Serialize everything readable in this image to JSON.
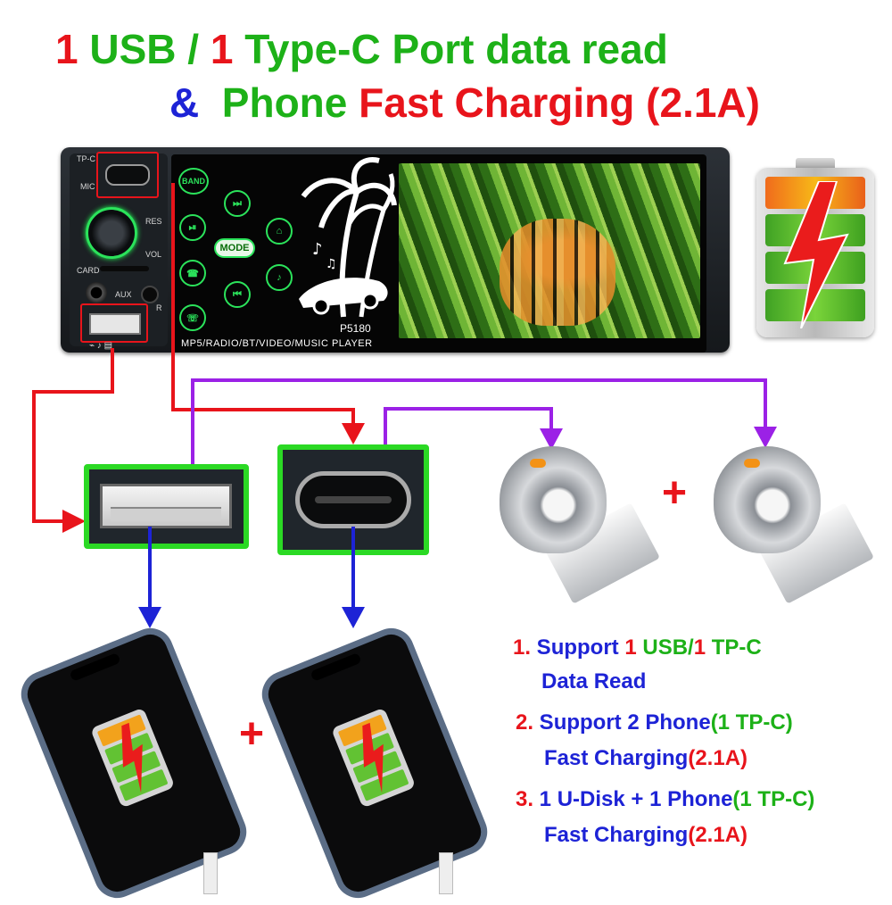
{
  "title": {
    "line1": [
      {
        "text": "1",
        "color": "#e8141b"
      },
      {
        "text": " USB / ",
        "color": "#1db118"
      },
      {
        "text": "1",
        "color": "#e8141b"
      },
      {
        "text": " Type-C Port data read",
        "color": "#1db118"
      }
    ],
    "line2": [
      {
        "text": "&",
        "color": "#1d23d6"
      },
      {
        "text": "  Phone ",
        "color": "#1db118"
      },
      {
        "text": "Fast Charging (2.1A)",
        "color": "#e8141b"
      }
    ]
  },
  "head_unit": {
    "panel_labels": {
      "tp": "TP-C",
      "mic": "MIC",
      "res": "RES",
      "vol": "VOL",
      "card": "CARD",
      "aux": "AUX",
      "r": "R"
    },
    "buttons": {
      "band": "BAND",
      "mode": "MODE"
    },
    "model": "P5180",
    "tagline": "MP5/RADIO/BT/VIDEO/MUSIC PLAYER"
  },
  "plus_sign": "+",
  "features": {
    "f1_line1": [
      {
        "text": "1.",
        "color": "#e8141b"
      },
      {
        "text": " Support ",
        "color": "#1d23d6"
      },
      {
        "text": "1",
        "color": "#e8141b"
      },
      {
        "text": " USB/",
        "color": "#1db118"
      },
      {
        "text": "1",
        "color": "#e8141b"
      },
      {
        "text": " TP-C",
        "color": "#1db118"
      }
    ],
    "f1_line2": "Data Read",
    "f2_line1": [
      {
        "text": "2.",
        "color": "#e8141b"
      },
      {
        "text": " Support 2 Phone",
        "color": "#1d23d6"
      },
      {
        "text": "(1 TP-C)",
        "color": "#1db118"
      }
    ],
    "f2_line2": [
      {
        "text": "Fast Charging",
        "color": "#1d23d6"
      },
      {
        "text": "(2.1A)",
        "color": "#e8141b"
      }
    ],
    "f3_line1": [
      {
        "text": "3.",
        "color": "#e8141b"
      },
      {
        "text": " 1 U-Disk + 1 Phone",
        "color": "#1d23d6"
      },
      {
        "text": "(1 TP-C)",
        "color": "#1db118"
      }
    ],
    "f3_line2": [
      {
        "text": "Fast Charging",
        "color": "#1d23d6"
      },
      {
        "text": "(2.1A)",
        "color": "#e8141b"
      }
    ]
  },
  "colors": {
    "red": "#e8141b",
    "green": "#1db118",
    "blue": "#1d23d6",
    "purple": "#9b21e6",
    "neon_green": "#2be35b"
  }
}
